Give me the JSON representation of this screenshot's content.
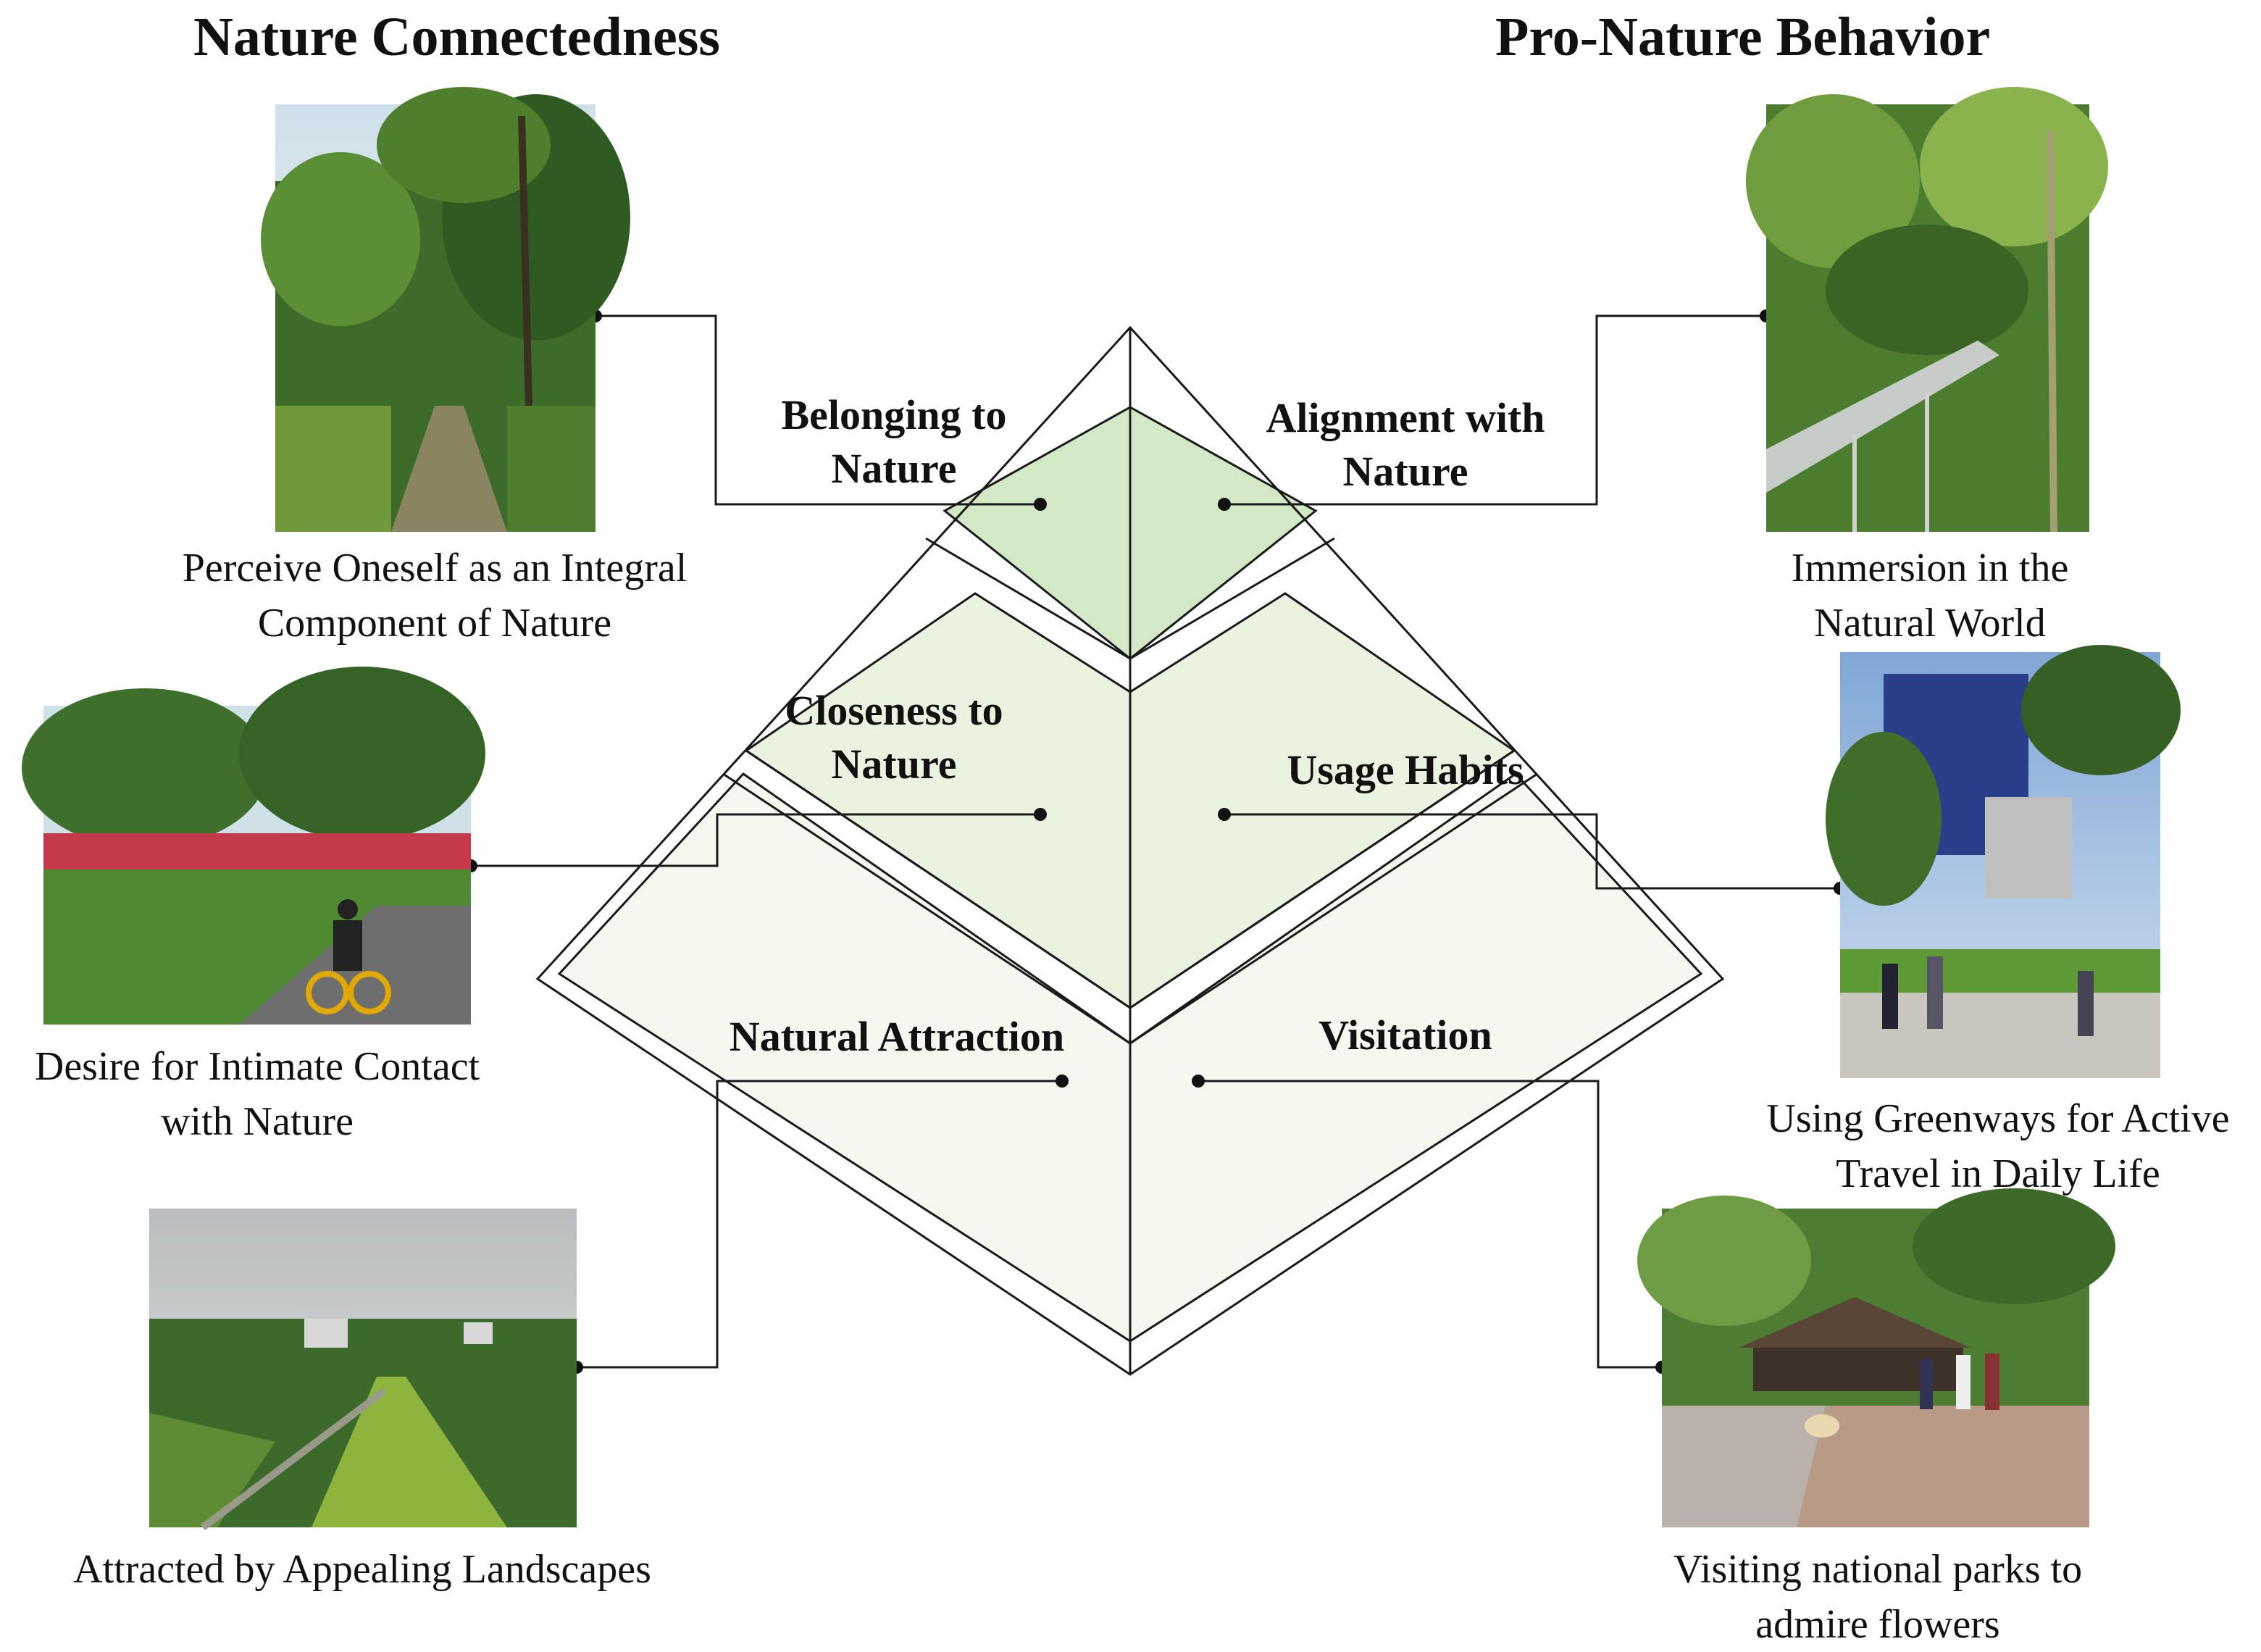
{
  "headings": {
    "left": "Nature Connectedness",
    "right": "Pro-Nature Behavior"
  },
  "tiers": {
    "belonging": [
      "Belonging to",
      "Nature"
    ],
    "alignment": [
      "Alignment with",
      "Nature"
    ],
    "closeness": [
      "Closeness to",
      "Nature"
    ],
    "usage": "Usage Habits",
    "attraction": "Natural Attraction",
    "visitation": "Visitation"
  },
  "captions": {
    "integral": [
      "Perceive Oneself as an Integral",
      "Component of Nature"
    ],
    "contact": [
      "Desire for Intimate Contact",
      "with Nature"
    ],
    "landscapes": "Attracted by Appealing Landscapes",
    "immersion": [
      "Immersion in the",
      "Natural World"
    ],
    "greenways": [
      "Using Greenways for Active",
      "Travel in Daily Life"
    ],
    "parks": [
      "Visiting national parks to",
      "admire flowers"
    ]
  },
  "colors": {
    "top_fill": "#d3e8c4",
    "middle_fill": "#e9f3df",
    "bottom_fill": "#f4f8ee",
    "line": "#1a1a1a"
  }
}
